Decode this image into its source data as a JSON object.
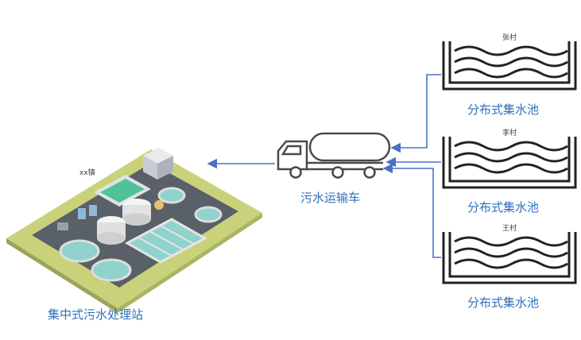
{
  "plant": {
    "town_label": "xx镇",
    "caption": "集中式污水处理站"
  },
  "truck": {
    "caption": "污水运输车"
  },
  "tanks": [
    {
      "village": "张村",
      "caption": "分布式集水池"
    },
    {
      "village": "李村",
      "caption": "分布式集水池"
    },
    {
      "village": "王村",
      "caption": "分布式集水池"
    }
  ],
  "colors": {
    "arrow": "#4a72c4",
    "text": "#2f6fb8",
    "ground": "#c9d27a",
    "pavement": "#5a6068",
    "water": "#8fd3cc"
  }
}
